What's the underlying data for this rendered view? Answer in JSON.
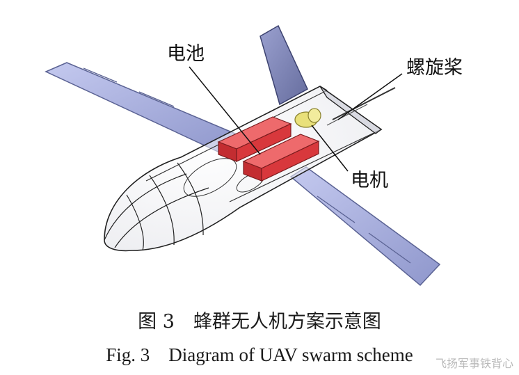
{
  "labels": {
    "battery": "电池",
    "propeller": "螺旋桨",
    "motor": "电机"
  },
  "caption": {
    "chinese": "图 3　蜂群无人机方案示意图",
    "english": "Fig. 3　Diagram of UAV swarm scheme"
  },
  "watermark": "飞扬军事铁背心",
  "colors": {
    "wing": "#a9b0e0",
    "wing_edge": "#5b6394",
    "battery": "#d8383c",
    "motor": "#e9e07a",
    "fuselage_line": "#222222"
  }
}
